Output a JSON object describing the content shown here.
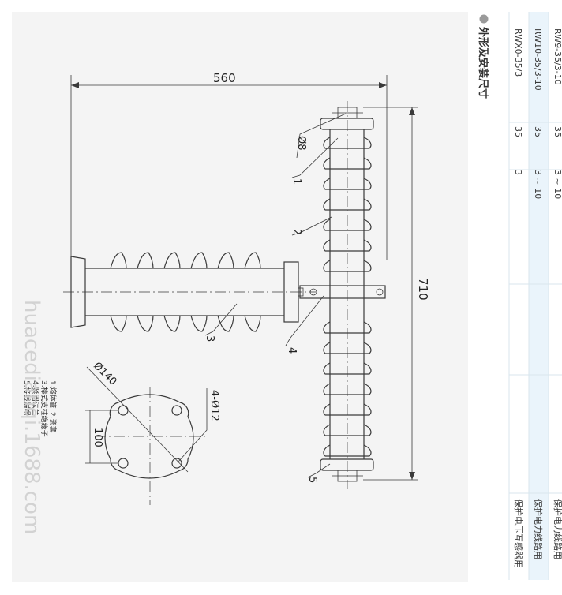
{
  "section_title": "外形及安装尺寸",
  "table": {
    "rows": [
      {
        "model": "RW9-35/3-10",
        "voltage": "35",
        "current": "3 ~ 10",
        "use": "保护电力线路用"
      },
      {
        "model": "RW10-35/3-10",
        "voltage": "35",
        "current": "3 ~ 10",
        "use": "保护电力线路用"
      },
      {
        "model": "RWX0-35/3",
        "voltage": "35",
        "current": "3",
        "use": "保护电压互感器用"
      }
    ]
  },
  "dimensions": {
    "width": "560",
    "height": "710",
    "pin": "Ø8",
    "flange_diameter": "Ø140",
    "hole_spacing": "100",
    "holes": "4-Ø12"
  },
  "callouts": [
    "1",
    "2",
    "3",
    "4",
    "5"
  ],
  "notes": [
    "1.熔体管",
    "2.瓷套",
    "3.棒式支柱绝缘子",
    "4.紧固法兰",
    "5.接线端帽"
  ],
  "watermark": "huacedianqi.1688.com",
  "colors": {
    "line": "#3a3a3a",
    "table_stripe": "#eaf4fb",
    "grid": "#d9e6ee",
    "frame_bg": "#f4f4f4"
  }
}
